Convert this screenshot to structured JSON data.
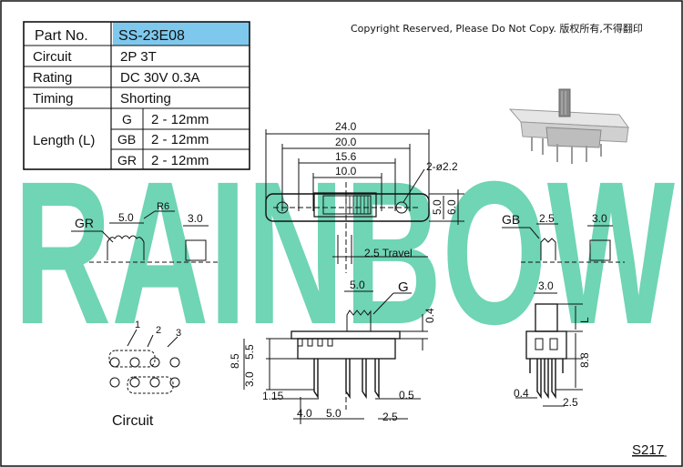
{
  "copyright": "Copyright Reserved, Please Do Not Copy. 版权所有,不得翻印",
  "watermark": "RAINBOW",
  "page_code": "S217",
  "colors": {
    "watermark": "#6fd5b4",
    "part_no_highlight": "#7ec8ee",
    "line": "#111111"
  },
  "spec_table": {
    "part_no_label": "Part No.",
    "part_no": "SS-23E08",
    "rows": [
      {
        "label": "Circuit",
        "value": "2P 3T"
      },
      {
        "label": "Rating",
        "value": "DC 30V 0.3A"
      },
      {
        "label": "Timing",
        "value": "Shorting"
      }
    ],
    "length_label": "Length (L)",
    "lengths": [
      {
        "code": "G",
        "value": "2 - 12mm"
      },
      {
        "code": "GB",
        "value": "2 - 12mm"
      },
      {
        "code": "GR",
        "value": "2 - 12mm"
      }
    ]
  },
  "top_view": {
    "dims": [
      "24.0",
      "20.0",
      "15.6",
      "10.0",
      "5.0",
      "6.0"
    ],
    "hole": "2-ø2.2",
    "travel": "2.5 Travel"
  },
  "gr_detail": {
    "label": "GR",
    "dims": [
      "5.0",
      "R6",
      "3.0"
    ]
  },
  "gb_detail": {
    "label": "GB",
    "dims": [
      "2.5",
      "3.0"
    ]
  },
  "front_view": {
    "label": "G",
    "dims": [
      "5.0",
      "0.4",
      "8.5",
      "5.5",
      "3.0",
      "1.15",
      "4.0",
      "5.0",
      "2.5",
      "0.5"
    ]
  },
  "side_view": {
    "dims": [
      "3.0",
      "L",
      "8.8",
      "0.4",
      "2.5"
    ]
  },
  "circuit": {
    "label": "Circuit",
    "pins": [
      "1",
      "2",
      "3"
    ]
  }
}
